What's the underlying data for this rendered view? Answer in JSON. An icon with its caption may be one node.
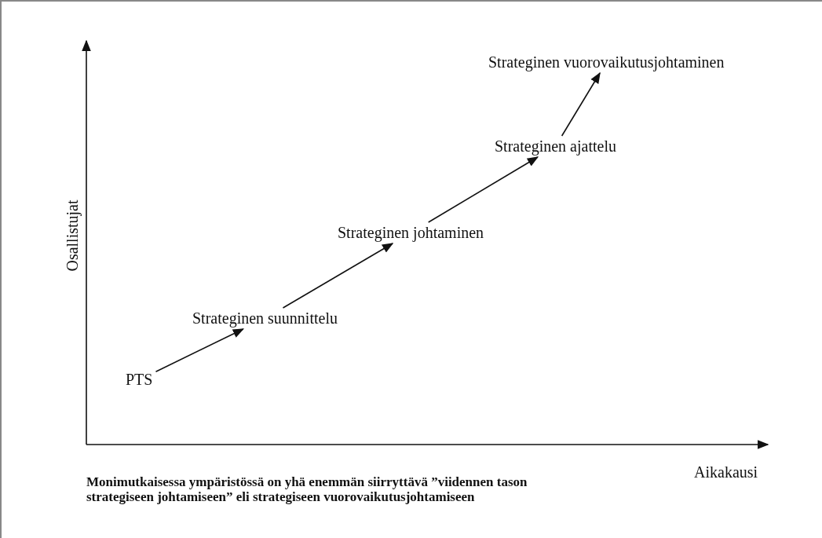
{
  "diagram": {
    "caption": "Monimutkaisessa ympäristössä on yhä enemmän siirryttävä ”viidennen tason strategiseen johtamiseen” eli strategiseen vuorovaikutusjohtamiseen",
    "nodes": [
      {
        "text": [
          "PTS"
        ]
      },
      {
        "text": [
          "Strateginen suunnittelu"
        ]
      },
      {
        "text": [
          "Strateginen johtaminen"
        ]
      },
      {
        "text": [
          "Strateginen ajattelu"
        ]
      },
      {
        "text": [
          "Strateginen vuorovaikutusjohtaminen"
        ]
      }
    ],
    "edges": [
      {
        "from": 0,
        "to": 1,
        "arrow": "to"
      },
      {
        "from": 1,
        "to": 2,
        "arrow": "to"
      },
      {
        "from": 2,
        "to": 3,
        "arrow": "to"
      },
      {
        "from": 3,
        "to": 4,
        "arrow": "to"
      }
    ],
    "labels": [
      "Osallistujat",
      "Aikakausi"
    ]
  }
}
